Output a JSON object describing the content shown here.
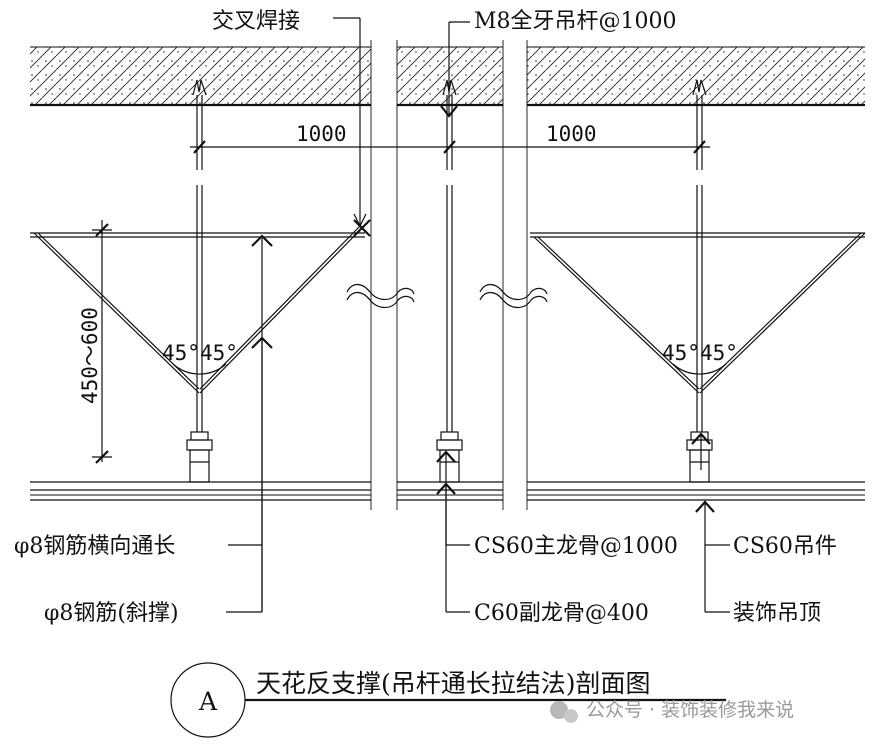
{
  "labels": {
    "cross_weld": "交叉焊接",
    "threaded_rod": "M8全牙吊杆@1000",
    "spacing_left": "1000",
    "spacing_right": "1000",
    "height_range": "450～600",
    "angle_a": "45°",
    "angle_b": "45°",
    "angle_c": "45°",
    "angle_d": "45°",
    "rebar_horizontal": "φ8钢筋横向通长",
    "rebar_diagonal": "φ8钢筋(斜撑)",
    "main_keel": "CS60主龙骨@1000",
    "hanger": "CS60吊件",
    "sub_keel": "C60副龙骨@400",
    "ceiling": "装饰吊顶"
  },
  "title": {
    "section_mark": "A",
    "caption": "天花反支撑(吊杆通长拉结法)剖面图"
  },
  "watermark": {
    "text": "公众号 · 装饰装修我来说"
  }
}
